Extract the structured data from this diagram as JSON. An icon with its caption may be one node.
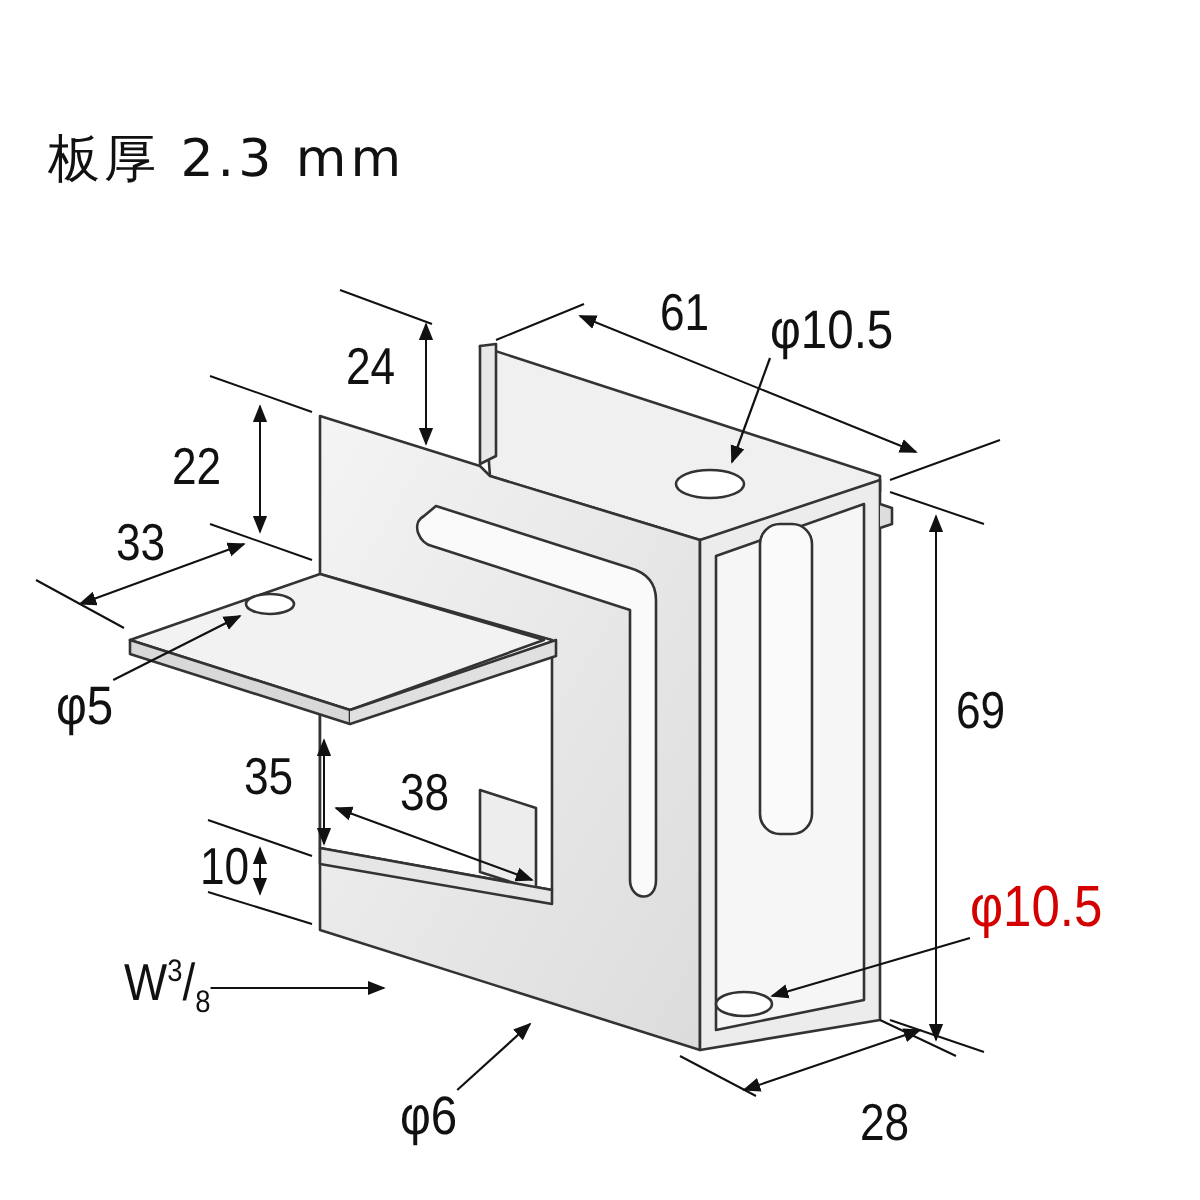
{
  "diagram": {
    "title": "板厚 2.3 mm",
    "nodes": [
      {
        "text": [
          "φ10.5"
        ]
      },
      {
        "text": [
          "φ5"
        ]
      },
      {
        "text": [
          "W$^{3}$/$_{8}$"
        ]
      },
      {
        "text": [
          "φ6"
        ]
      },
      {
        "text": [
          "φ10.5"
        ]
      }
    ],
    "edges": [
      {
        "from": 0,
        "to": null,
        "arrow": "to"
      },
      {
        "from": 1,
        "to": null,
        "arrow": "to"
      },
      {
        "from": 2,
        "to": null,
        "arrow": "to"
      },
      {
        "from": 3,
        "to": null,
        "arrow": "to"
      },
      {
        "from": 4,
        "to": null,
        "arrow": "to"
      }
    ],
    "labels": [
      "61",
      "24",
      "22",
      "33",
      "35",
      "38",
      "10",
      "69",
      "28"
    ]
  }
}
